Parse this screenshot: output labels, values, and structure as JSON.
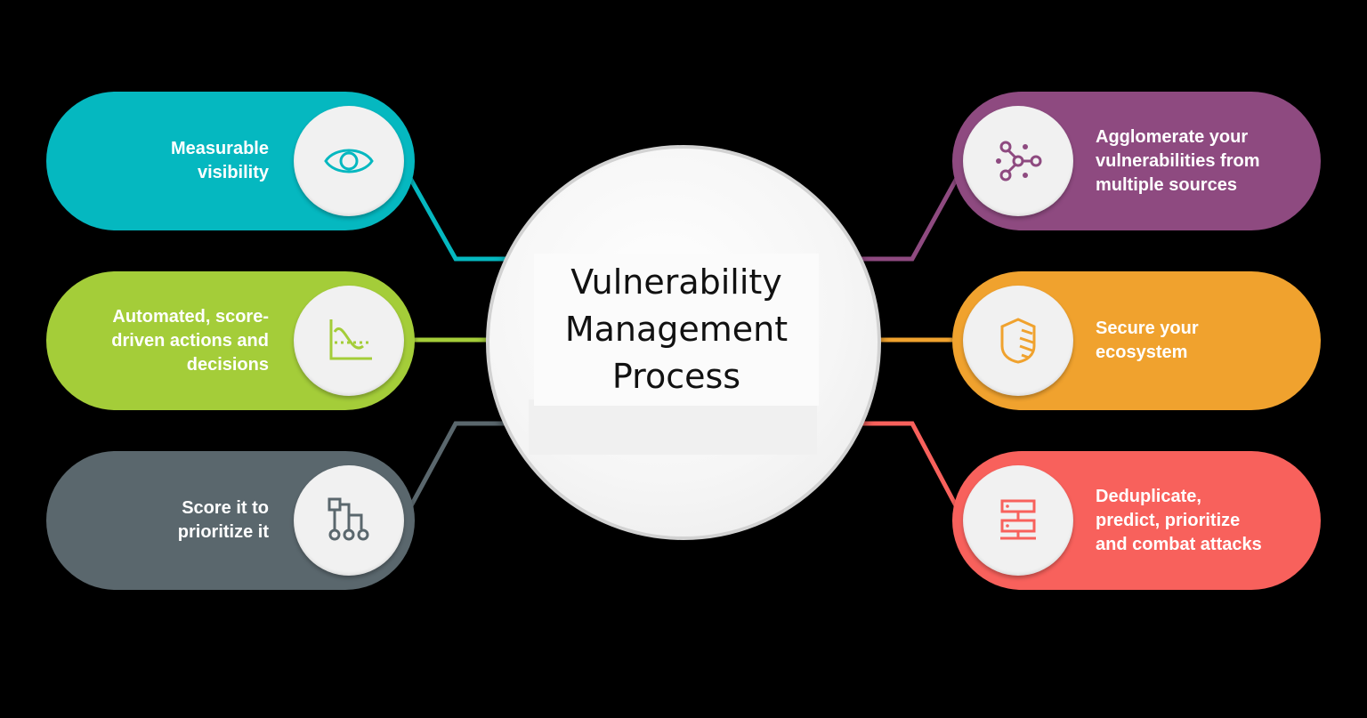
{
  "diagram": {
    "title": "Vulnerability Management Process",
    "title_lines": [
      "Vulnerability",
      "Management",
      "Process"
    ],
    "background": "#000000",
    "left_items": [
      {
        "lines": [
          "Measurable",
          "visibility"
        ],
        "icon": "eye-icon",
        "color": "#05b8c0"
      },
      {
        "lines": [
          "Automated, score-",
          "driven actions and",
          "decisions"
        ],
        "icon": "chart-curve-icon",
        "color": "#a4cd39"
      },
      {
        "lines": [
          "Score it to",
          "prioritize it"
        ],
        "icon": "hierarchy-flow-icon",
        "color": "#5a676d"
      }
    ],
    "right_items": [
      {
        "lines": [
          "Agglomerate your",
          "vulnerabilities from",
          "multiple sources"
        ],
        "icon": "network-nodes-icon",
        "color": "#8e4a80"
      },
      {
        "lines": [
          "Secure your",
          "ecosystem"
        ],
        "icon": "shield-icon",
        "color": "#f0a22e"
      },
      {
        "lines": [
          "Deduplicate,",
          "predict, prioritize",
          "and combat attacks"
        ],
        "icon": "server-stack-icon",
        "color": "#f8615c"
      }
    ]
  }
}
